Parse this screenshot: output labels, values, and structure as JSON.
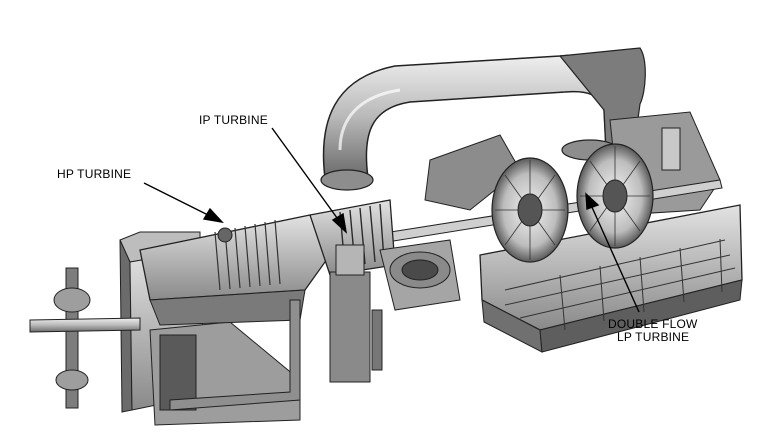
{
  "labels": {
    "hp": "HP TURBINE",
    "ip": "IP TURBINE",
    "lp_line1": "DOUBLE FLOW",
    "lp_line2": "LP TURBINE"
  },
  "colors": {
    "background": "#ffffff",
    "ink": "#1c1c1c",
    "casing_light": "#d6d6d6",
    "casing_mid": "#a8a8a8",
    "casing_dark": "#5c5c5c"
  }
}
